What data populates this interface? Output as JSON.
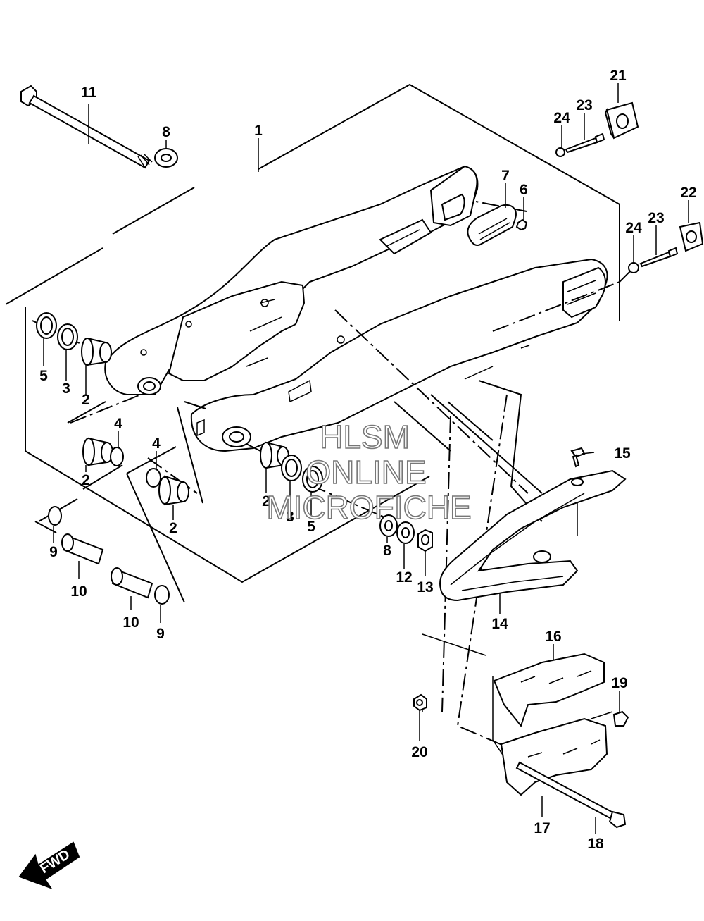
{
  "watermark": {
    "line1": "HLSM",
    "line2": "ONLINE",
    "line3": "MICROFICHE"
  },
  "fwd_label": "FWD",
  "callouts": [
    {
      "id": "label-11",
      "text": "11"
    },
    {
      "id": "label-8a",
      "text": "8"
    },
    {
      "id": "label-1",
      "text": "1"
    },
    {
      "id": "label-7",
      "text": "7"
    },
    {
      "id": "label-6",
      "text": "6"
    },
    {
      "id": "label-21",
      "text": "21"
    },
    {
      "id": "label-23a",
      "text": "23"
    },
    {
      "id": "label-24a",
      "text": "24"
    },
    {
      "id": "label-22",
      "text": "22"
    },
    {
      "id": "label-23b",
      "text": "23"
    },
    {
      "id": "label-24b",
      "text": "24"
    },
    {
      "id": "label-5a",
      "text": "5"
    },
    {
      "id": "label-3a",
      "text": "3"
    },
    {
      "id": "label-2a",
      "text": "2"
    },
    {
      "id": "label-4a",
      "text": "4"
    },
    {
      "id": "label-2b",
      "text": "2"
    },
    {
      "id": "label-4b",
      "text": "4"
    },
    {
      "id": "label-2c",
      "text": "2"
    },
    {
      "id": "label-2d",
      "text": "2"
    },
    {
      "id": "label-3b",
      "text": "3"
    },
    {
      "id": "label-5b",
      "text": "5"
    },
    {
      "id": "label-15",
      "text": "15"
    },
    {
      "id": "label-8b",
      "text": "8"
    },
    {
      "id": "label-12",
      "text": "12"
    },
    {
      "id": "label-13",
      "text": "13"
    },
    {
      "id": "label-9a",
      "text": "9"
    },
    {
      "id": "label-10a",
      "text": "10"
    },
    {
      "id": "label-10b",
      "text": "10"
    },
    {
      "id": "label-9b",
      "text": "9"
    },
    {
      "id": "label-14",
      "text": "14"
    },
    {
      "id": "label-16",
      "text": "16"
    },
    {
      "id": "label-19",
      "text": "19"
    },
    {
      "id": "label-20",
      "text": "20"
    },
    {
      "id": "label-17",
      "text": "17"
    },
    {
      "id": "label-18",
      "text": "18"
    }
  ]
}
